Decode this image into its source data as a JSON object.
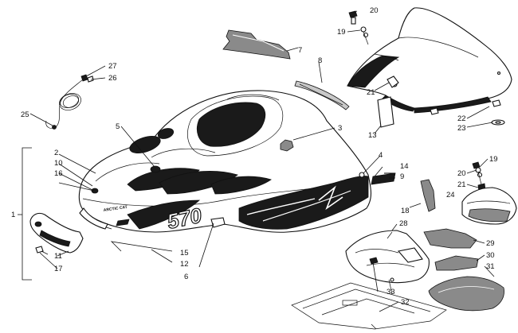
{
  "hood_decals": {
    "brand": "ARCTIC CAT",
    "model": "570"
  },
  "callouts": [
    {
      "label": "1"
    },
    {
      "label": "2"
    },
    {
      "label": "3"
    },
    {
      "label": "4"
    },
    {
      "label": "5"
    },
    {
      "label": "6"
    },
    {
      "label": "7"
    },
    {
      "label": "8"
    },
    {
      "label": "9"
    },
    {
      "label": "10"
    },
    {
      "label": "11"
    },
    {
      "label": "12"
    },
    {
      "label": "13"
    },
    {
      "label": "14"
    },
    {
      "label": "15"
    },
    {
      "label": "16"
    },
    {
      "label": "17"
    },
    {
      "label": "18"
    },
    {
      "label": "19"
    },
    {
      "label": "20"
    },
    {
      "label": "21"
    },
    {
      "label": "22"
    },
    {
      "label": "23"
    },
    {
      "label": "24"
    },
    {
      "label": "25"
    },
    {
      "label": "26"
    },
    {
      "label": "27"
    },
    {
      "label": "28"
    },
    {
      "label": "29"
    },
    {
      "label": "30"
    },
    {
      "label": "31"
    },
    {
      "label": "32"
    },
    {
      "label": "33"
    },
    {
      "label": "19"
    },
    {
      "label": "20"
    },
    {
      "label": "21"
    }
  ]
}
